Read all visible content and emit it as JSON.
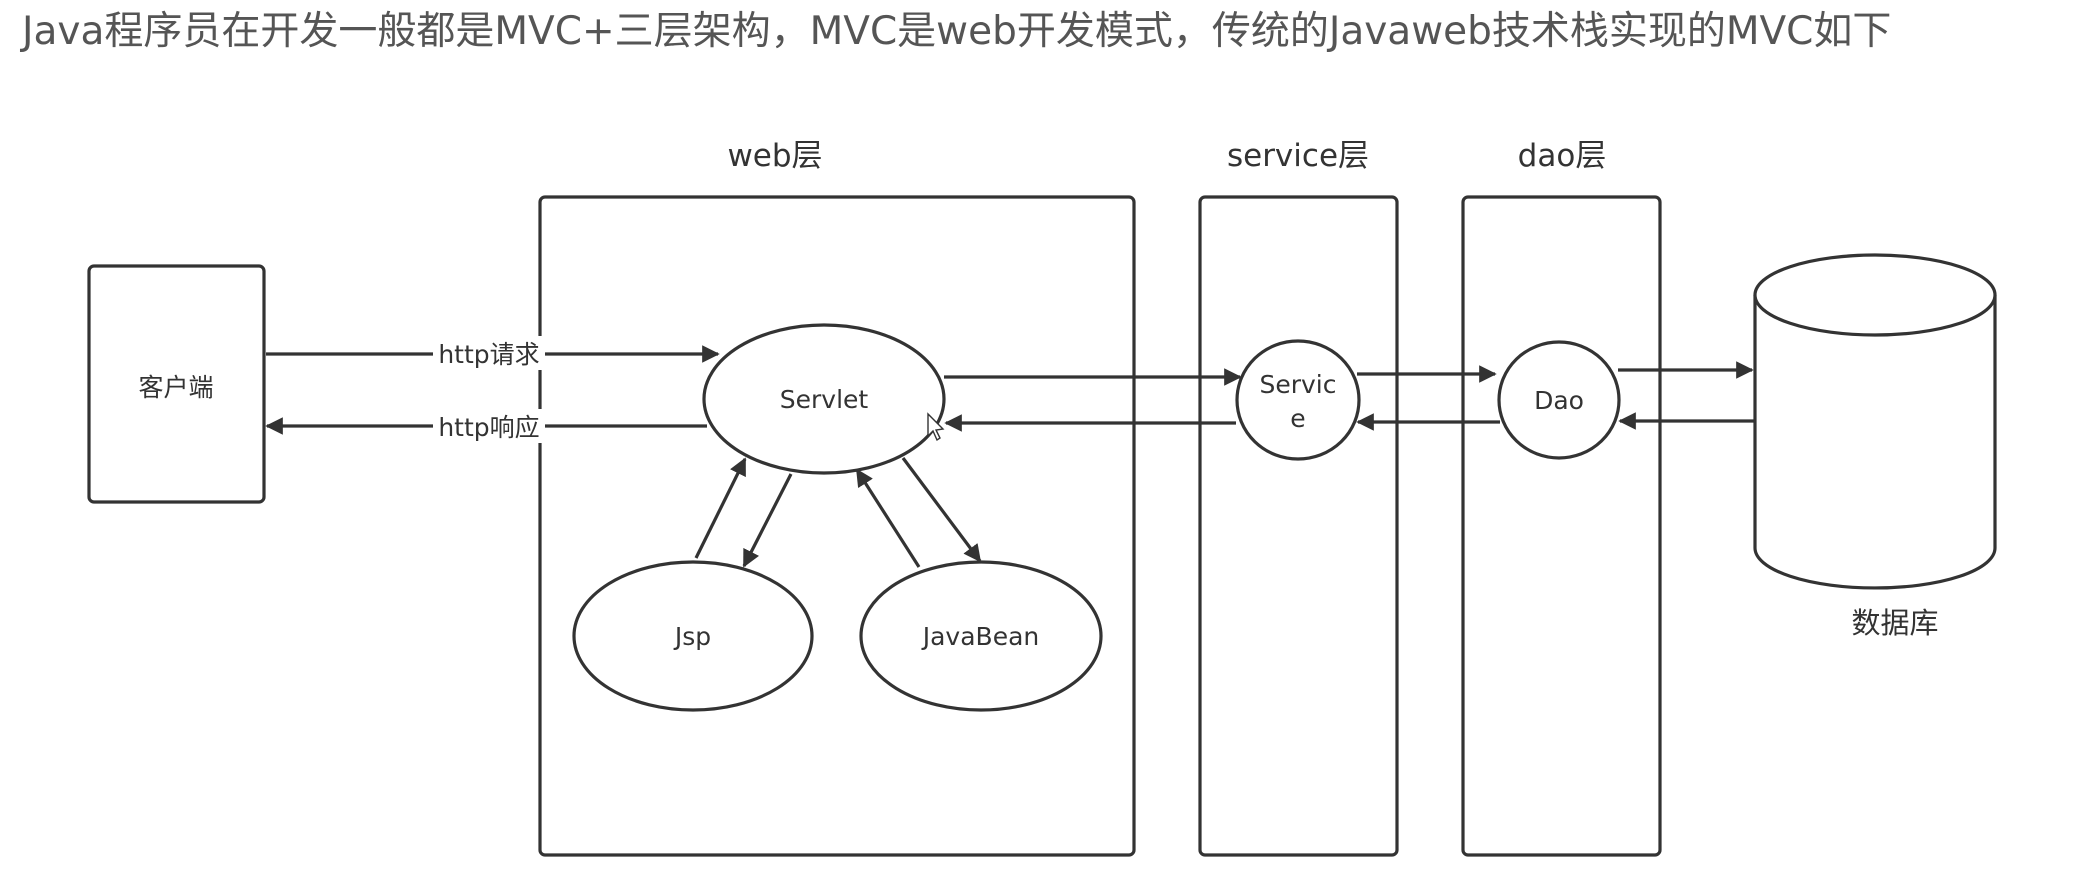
{
  "heading": "Java程序员在开发一般都是MVC+三层架构，MVC是web开发模式，传统的Javaweb技术栈实现的MVC如下",
  "layers": {
    "web": "web层",
    "service": "service层",
    "dao": "dao层"
  },
  "nodes": {
    "client": "客户端",
    "servlet": "Servlet",
    "jsp": "Jsp",
    "javabean": "JavaBean",
    "service_line1": "Servic",
    "service_line2": "e",
    "dao": "Dao",
    "database": "数据库"
  },
  "edges": {
    "http_request": "http请求",
    "http_response": "http响应"
  }
}
